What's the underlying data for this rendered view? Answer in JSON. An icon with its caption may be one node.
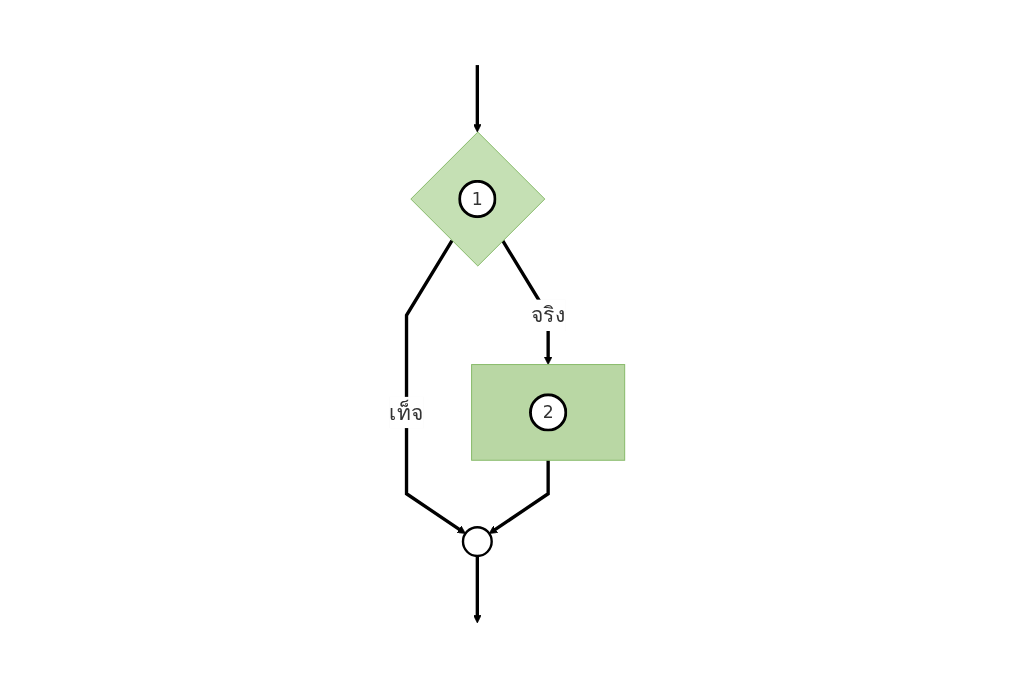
{
  "diagram": {
    "nodes": [
      {
        "text": [
          "1"
        ]
      },
      {
        "text": [
          "2"
        ]
      },
      {
        "text": [],
        "shape": "circle"
      }
    ],
    "edges": [
      {
        "from": null,
        "to": 0,
        "arrow": "to"
      },
      {
        "from": 0,
        "to": 1,
        "label": "จริง",
        "arrow": "to"
      },
      {
        "from": 0,
        "to": 2,
        "label": "เท็จ",
        "arrow": "to"
      },
      {
        "from": 1,
        "to": 2,
        "arrow": "to"
      },
      {
        "from": 2,
        "to": null,
        "arrow": "to"
      }
    ]
  }
}
